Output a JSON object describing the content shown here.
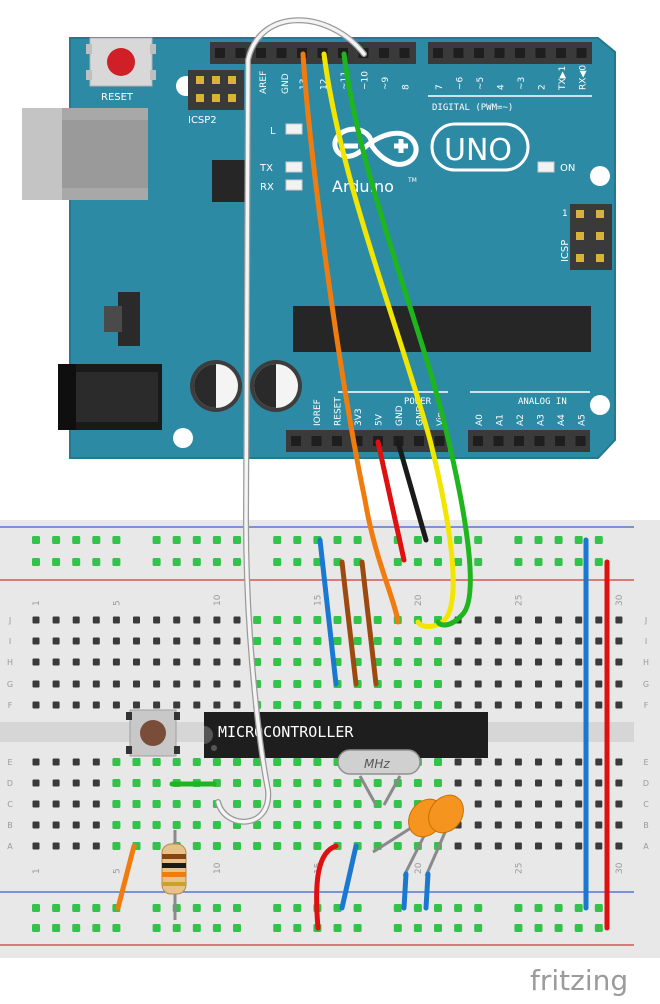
{
  "arduino": {
    "reset_label": "RESET",
    "icsp2_label": "ICSP2",
    "icsp_label": "ICSP",
    "icsp_pin1": "1",
    "aref_label": "AREF",
    "gnd_label": "GND",
    "digital_pins": [
      "13",
      "12",
      "~11",
      "~10",
      "~9",
      "8",
      "7",
      "~6",
      "~5",
      "4",
      "~3",
      "2",
      "TX▶1",
      "RX◀0"
    ],
    "digital_label": "DIGITAL (PWM=~)",
    "led_l": "L",
    "led_tx": "TX",
    "led_rx": "RX",
    "led_on": "ON",
    "brand": "Arduino",
    "trademark": "TM",
    "model": "UNO",
    "power_label": "POWER",
    "power_pins": [
      "IOREF",
      "RESET",
      "3V3",
      "5V",
      "GND",
      "GND",
      "Vin"
    ],
    "analog_label": "ANALOG IN",
    "analog_pins": [
      "A0",
      "A1",
      "A2",
      "A3",
      "A4",
      "A5"
    ]
  },
  "breadboard": {
    "row_letters_top": [
      "J",
      "I",
      "H",
      "G",
      "F"
    ],
    "row_letters_bottom": [
      "E",
      "D",
      "C",
      "B",
      "A"
    ],
    "column_numbers": [
      "1",
      "5",
      "10",
      "15",
      "20",
      "25",
      "30"
    ]
  },
  "components": {
    "microcontroller_label": "MICROCONTROLLER",
    "crystal_label": "MHz"
  },
  "watermark": "fritzing",
  "colors": {
    "board": "#2c8aa5",
    "board_dark": "#1f6f86",
    "header": "#3a3a3a",
    "wire_orange": "#f07c10",
    "wire_yellow": "#f2e600",
    "wire_green": "#1fb51f",
    "wire_red": "#e01010",
    "wire_black": "#1a1a1a",
    "wire_blue": "#1b78d0",
    "wire_brown": "#9c4a10",
    "wire_white": "#f4f4f4",
    "hole_green": "#33c24a",
    "capacitor": "#f5951f"
  }
}
